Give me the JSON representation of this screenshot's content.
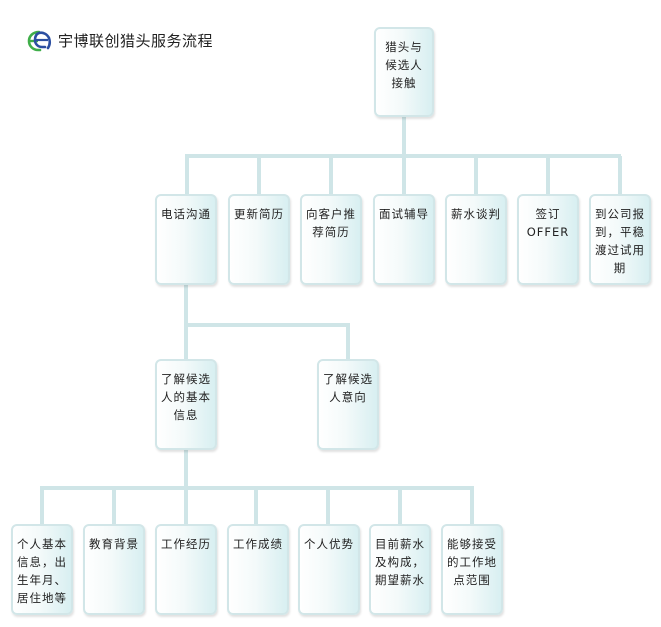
{
  "header": {
    "logo_icon": "ee-logo-icon",
    "title": "宇博联创猎头服务流程"
  },
  "colors": {
    "connector": "#cfe5e7",
    "box_border": "#d2e6e8",
    "box_fill_light": "#ffffff",
    "box_fill_dark": "#d8eff1",
    "logo_green": "#3fae49",
    "logo_blue": "#2c4fa1"
  },
  "nodes": {
    "root": [
      "猎头与",
      "候选人",
      "接触"
    ],
    "level1": [
      [
        "电话沟通"
      ],
      [
        "更新简历"
      ],
      [
        "向客户推",
        "荐简历"
      ],
      [
        "面试辅导"
      ],
      [
        "薪水谈判"
      ],
      [
        "签订",
        "OFFER"
      ],
      [
        "到公司报",
        "到，平稳",
        "渡过试用",
        "期"
      ]
    ],
    "level2": [
      [
        "了解候选",
        "人的基本",
        "信息"
      ],
      [
        "了解候选",
        "人意向"
      ]
    ],
    "level3": [
      [
        "个人基本",
        "信息，出",
        "生年月、",
        "居住地等"
      ],
      [
        "教育背景"
      ],
      [
        "工作经历"
      ],
      [
        "工作成绩"
      ],
      [
        "个人优势"
      ],
      [
        "目前薪水",
        "及构成，",
        "期望薪水"
      ],
      [
        "能够接受",
        "的工作地",
        "点范围"
      ]
    ]
  }
}
